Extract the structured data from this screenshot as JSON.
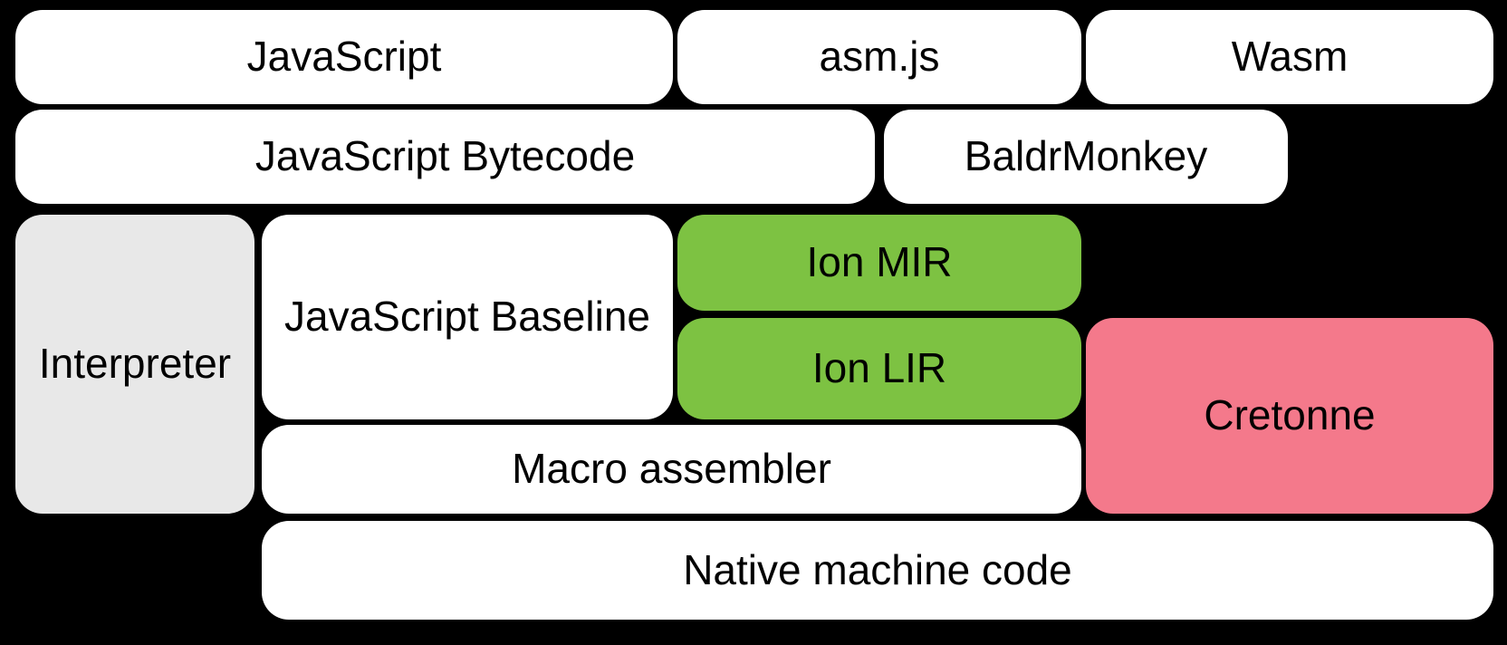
{
  "diagram": {
    "colors": {
      "background": "#000000",
      "box_default": "#ffffff",
      "box_interpreter": "#e8e8e8",
      "box_ion": "#7dc242",
      "box_cretonne": "#f4798b",
      "text": "#000000"
    },
    "boxes": {
      "javascript": {
        "label": "JavaScript"
      },
      "asmjs": {
        "label": "asm.js"
      },
      "wasm": {
        "label": "Wasm"
      },
      "js_bytecode": {
        "label": "JavaScript Bytecode"
      },
      "baldrmonkey": {
        "label": "BaldrMonkey"
      },
      "interpreter": {
        "label": "Interpreter"
      },
      "js_baseline": {
        "label": "JavaScript Baseline"
      },
      "ion_mir": {
        "label": "Ion MIR"
      },
      "ion_lir": {
        "label": "Ion LIR"
      },
      "cretonne": {
        "label": "Cretonne"
      },
      "macro_assembler": {
        "label": "Macro assembler"
      },
      "native_machine_code": {
        "label": "Native machine code"
      }
    }
  }
}
